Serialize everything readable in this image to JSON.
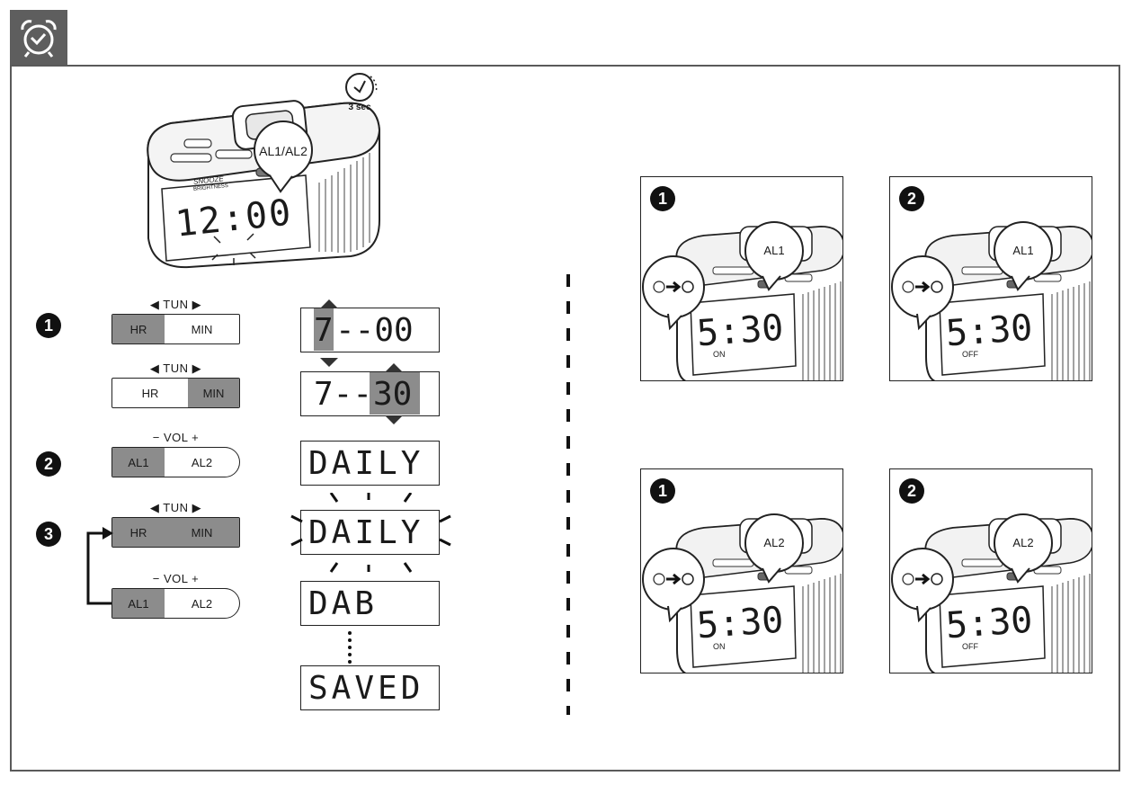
{
  "header": {
    "icon": "alarm-clock-icon"
  },
  "device": {
    "callout": "AL1/AL2",
    "timer_label": "3 sec",
    "display_time": "12:00",
    "snooze_label": "SNOOZE",
    "brightness_label": "BRIGHTNESS"
  },
  "steps": {
    "s1": "1",
    "s2": "2",
    "s3": "3"
  },
  "controls": {
    "tun_label": "◀  TUN  ▶",
    "vol_label": "−   VOL   +",
    "hr": "HR",
    "min": "MIN",
    "al1": "AL1",
    "al2": "AL2"
  },
  "lcd": {
    "d1_hour": "7",
    "d1_min": "--00",
    "d2_hour": "7--",
    "d2_min": "30",
    "daily": "DAILY",
    "dab": "DAB",
    "saved": "SAVED"
  },
  "panels": [
    {
      "step": "1",
      "callout": "AL1",
      "display": "5:30",
      "status": "ON"
    },
    {
      "step": "2",
      "callout": "AL1",
      "display": "5:30",
      "status": "OFF"
    },
    {
      "step": "1",
      "callout": "AL2",
      "display": "5:30",
      "status": "ON"
    },
    {
      "step": "2",
      "callout": "AL2",
      "display": "5:30",
      "status": "OFF"
    }
  ]
}
